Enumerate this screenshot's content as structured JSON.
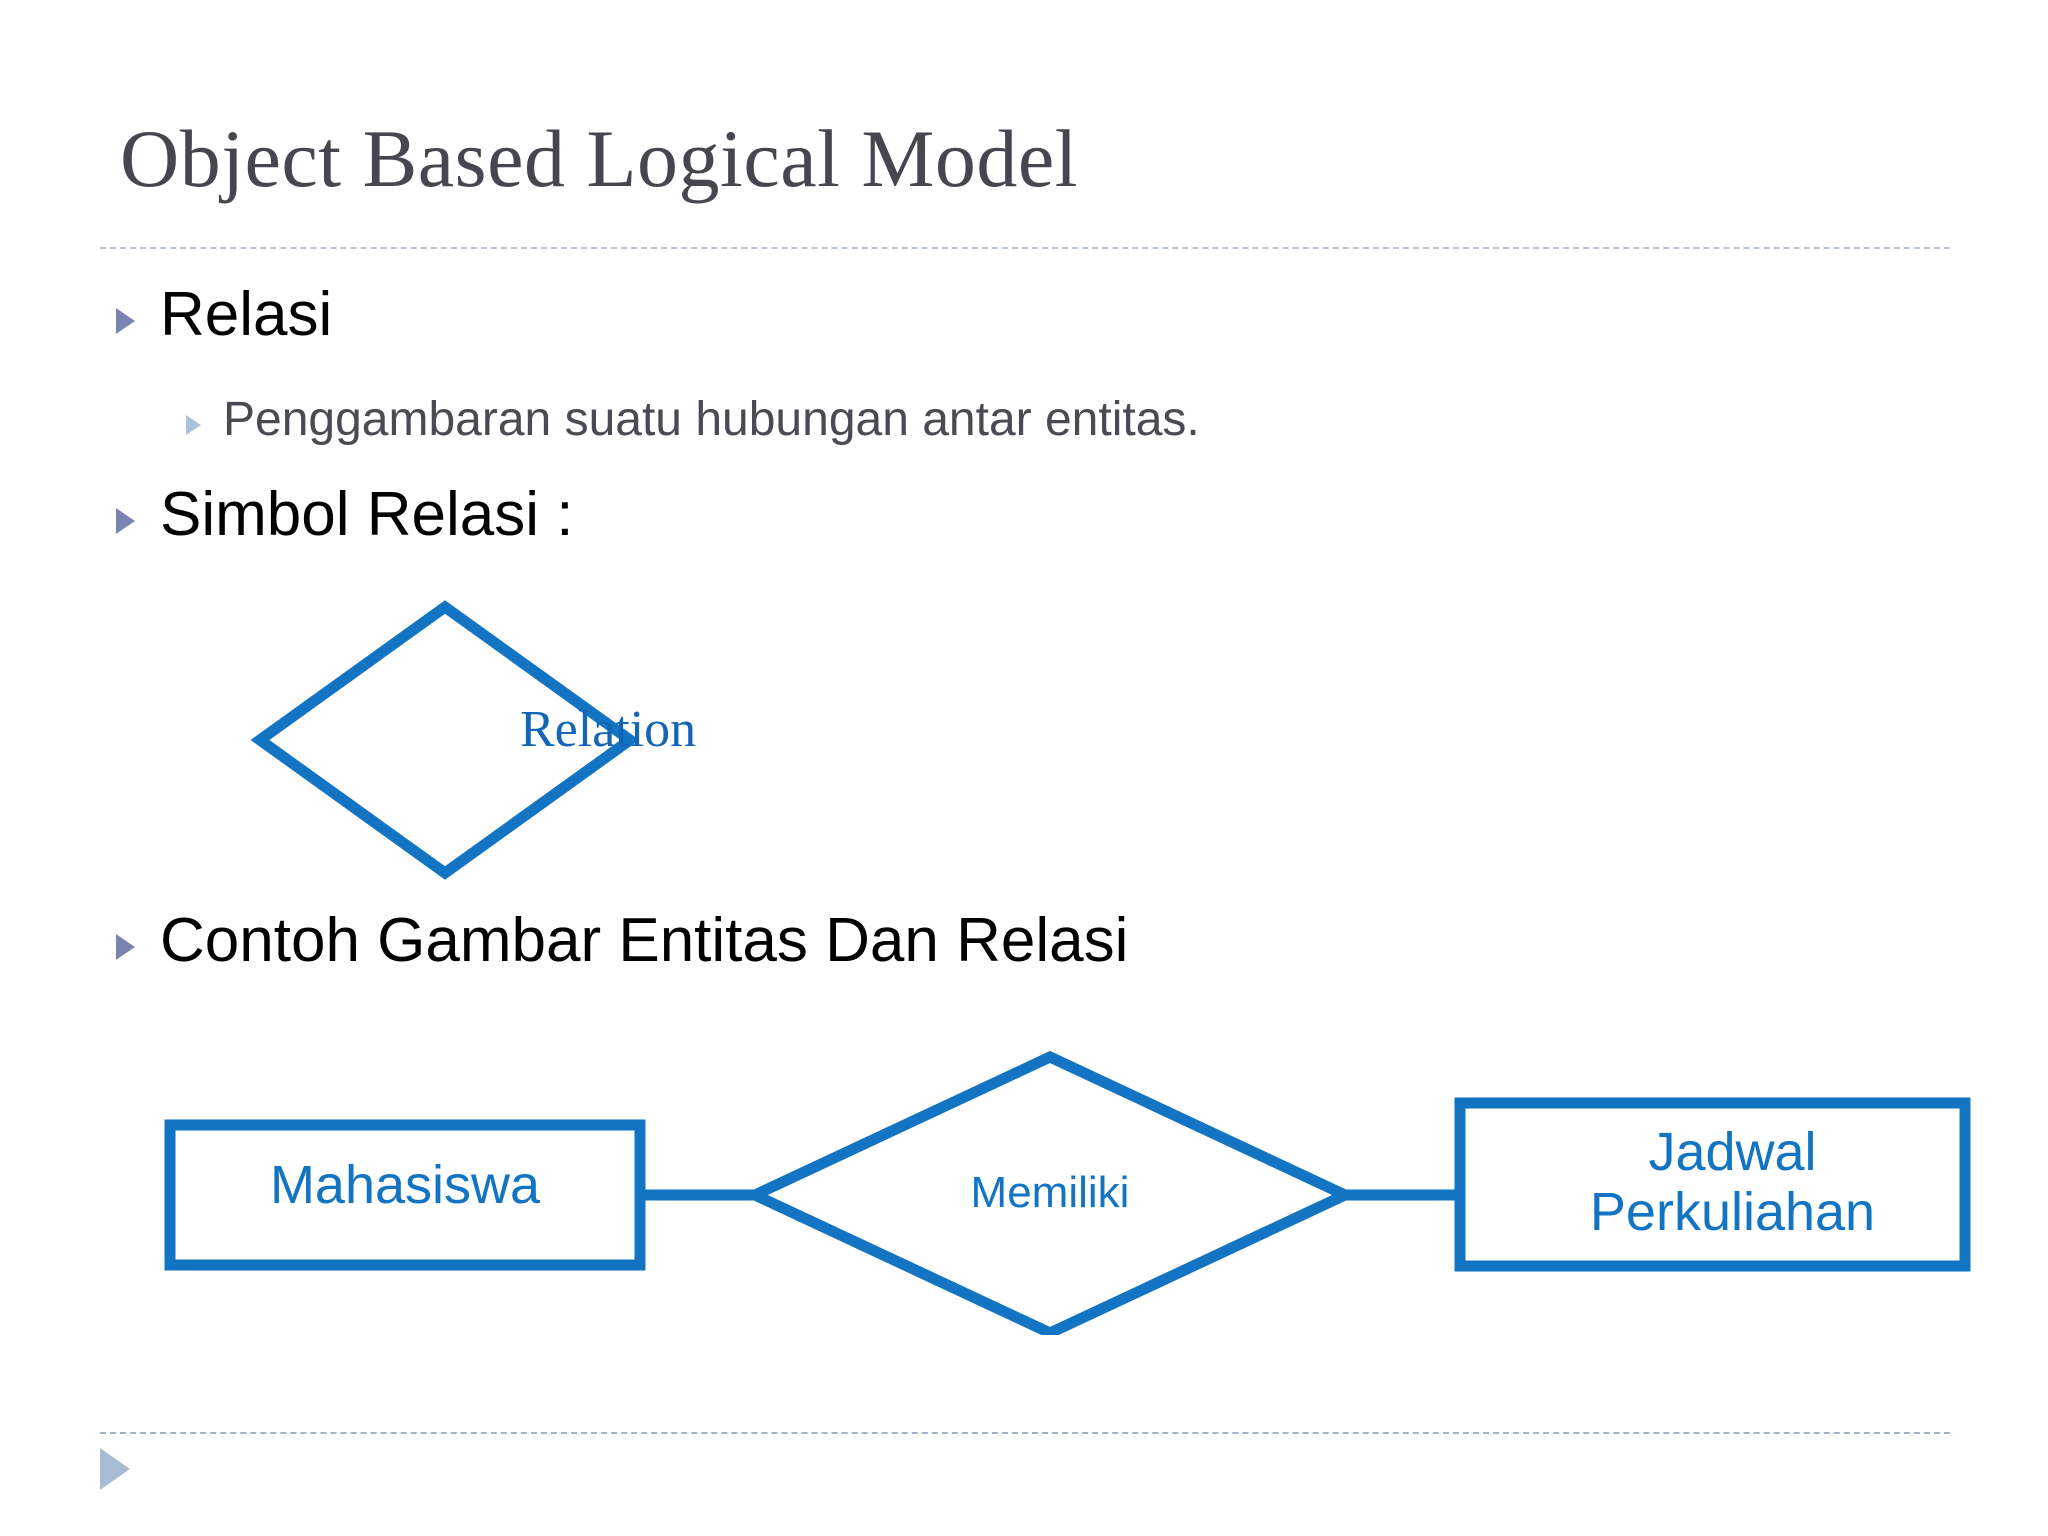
{
  "slide": {
    "title": "Object Based Logical Model",
    "background_color": "#ffffff",
    "title_color": "#46464f",
    "accent_blue": "#1274c3",
    "bullet_l1_color": "#7b83b0",
    "bullet_l2_color": "#a9c1da",
    "divider_color": "#b9c4d4"
  },
  "bullets": [
    {
      "level": 1,
      "text": "Relasi"
    },
    {
      "level": 2,
      "text": "Penggambaran suatu hubungan antar entitas."
    },
    {
      "level": 1,
      "text": "Simbol Relasi :"
    },
    {
      "level": 1,
      "text": "Contoh Gambar Entitas Dan Relasi"
    }
  ],
  "symbol": {
    "shape": "diamond",
    "label": "Relation",
    "label_color": "#1266b5",
    "stroke_color": "#1274c3"
  },
  "er_diagram": {
    "stroke_color": "#1274c3",
    "entity_left": "Mahasiswa",
    "relationship": "Memiliki",
    "entity_right": "Jadwal\nPerkuliahan"
  },
  "footer": {
    "marker": "triangle-marker",
    "marker_color": "#a7bdd4"
  }
}
